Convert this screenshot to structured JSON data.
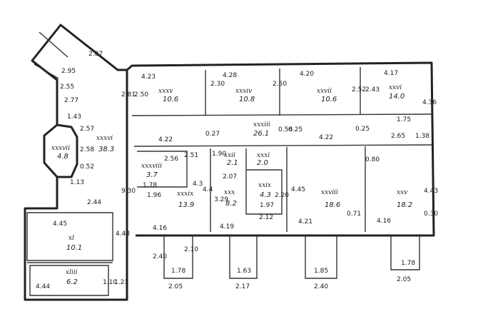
{
  "rooms": [
    {
      "key": "xxv_top",
      "numeral": "xxxv",
      "area": "10.6"
    },
    {
      "key": "xxxiv",
      "numeral": "xxxiv",
      "area": "10.8"
    },
    {
      "key": "xxvii_top",
      "numeral": "xxvii",
      "area": "10.6"
    },
    {
      "key": "xxvi",
      "numeral": "xxvi",
      "area": "14.0"
    },
    {
      "key": "xxxvi",
      "numeral": "xxxvi",
      "area": "38.3"
    },
    {
      "key": "xxxvii",
      "numeral": "xxxvii",
      "area": "4.8"
    },
    {
      "key": "xxxiii",
      "numeral": "xxxiii",
      "area": "26.1"
    },
    {
      "key": "xxxviii",
      "numeral": "xxxviii",
      "area": "3.7"
    },
    {
      "key": "xxii",
      "numeral": "xxii",
      "area": "2.1"
    },
    {
      "key": "xxxi",
      "numeral": "xxxi",
      "area": "2.0"
    },
    {
      "key": "xxxix",
      "numeral": "xxxix",
      "area": "13.9"
    },
    {
      "key": "xxx",
      "numeral": "xxx",
      "area": "8.2"
    },
    {
      "key": "xxix",
      "numeral": "xxix",
      "area": "4.3"
    },
    {
      "key": "xxviii",
      "numeral": "xxviii",
      "area": "18.6"
    },
    {
      "key": "xxv",
      "numeral": "xxv",
      "area": "18.2"
    },
    {
      "key": "xl",
      "numeral": "xl",
      "area": "10.1"
    },
    {
      "key": "xliii",
      "numeral": "xliii",
      "area": "6.2"
    }
  ],
  "dimensions": [
    "4.23",
    "4.28",
    "4.20",
    "4.17",
    "2.81",
    "2.50",
    "2.30",
    "2.50",
    "2.52",
    "2.43",
    "4.36",
    "2.87",
    "2.95",
    "2.55",
    "2.77",
    "1.43",
    "2.57",
    "2.58",
    "0.52",
    "1.13",
    "1.75",
    "4.22",
    "0.27",
    "0.58",
    "0.25",
    "4.22",
    "0.25",
    "2.65",
    "1.38",
    "0.80",
    "4.43",
    "2.51",
    "2.56",
    "1.78",
    "1.96",
    "1.90",
    "2.07",
    "4.4",
    "3.29",
    "4.45",
    "2.20",
    "2.12",
    "1.97",
    "4.21",
    "0.71",
    "4.16",
    "0.30",
    "4.16",
    "4.19",
    "2.44",
    "4.45",
    "4.48",
    "4.44",
    "1.10",
    "1.23",
    "9.30",
    "2.40",
    "2.10",
    "2.05",
    "1.78",
    "1.63",
    "2.17",
    "1.85",
    "2.40",
    "2.05",
    "1.78",
    "4.3"
  ]
}
